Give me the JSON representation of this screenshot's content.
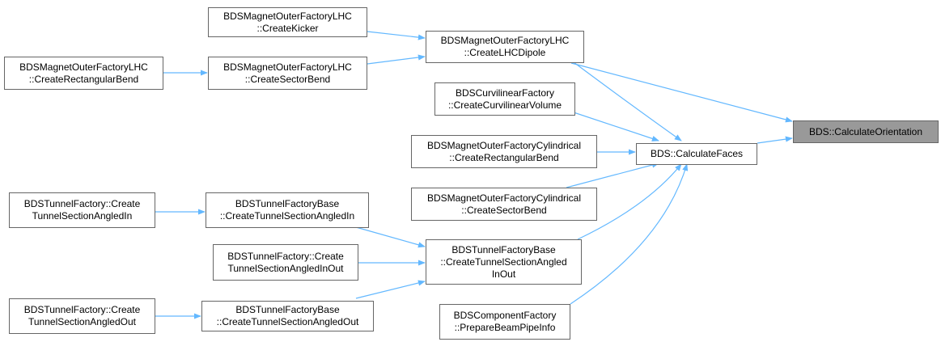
{
  "diagram": {
    "edge_color": "#63b8ff",
    "root": {
      "lines": [
        "BDS::CalculateOrientation"
      ],
      "fill": "#999999"
    },
    "nodes": {
      "createKicker": {
        "lines": [
          "BDSMagnetOuterFactoryLHC",
          "::CreateKicker"
        ]
      },
      "createLHCDipole": {
        "lines": [
          "BDSMagnetOuterFactoryLHC",
          "::CreateLHCDipole"
        ]
      },
      "lhcCreateRectBend": {
        "lines": [
          "BDSMagnetOuterFactoryLHC",
          "::CreateRectangularBend"
        ]
      },
      "lhcCreateSectorBend": {
        "lines": [
          "BDSMagnetOuterFactoryLHC",
          "::CreateSectorBend"
        ]
      },
      "createCurvilinearVolume": {
        "lines": [
          "BDSCurvilinearFactory",
          "::CreateCurvilinearVolume"
        ]
      },
      "calculateFaces": {
        "lines": [
          "BDS::CalculateFaces"
        ]
      },
      "cylCreateRectBend": {
        "lines": [
          "BDSMagnetOuterFactoryCylindrical",
          "::CreateRectangularBend"
        ]
      },
      "cylCreateSectorBend": {
        "lines": [
          "BDSMagnetOuterFactoryCylindrical",
          "::CreateSectorBend"
        ]
      },
      "tfCreateAngledIn": {
        "lines": [
          "BDSTunnelFactory::Create",
          "TunnelSectionAngledIn"
        ]
      },
      "tfbCreateAngledIn": {
        "lines": [
          "BDSTunnelFactoryBase",
          "::CreateTunnelSectionAngledIn"
        ]
      },
      "tfCreateAngledInOut": {
        "lines": [
          "BDSTunnelFactory::Create",
          "TunnelSectionAngledInOut"
        ]
      },
      "tfbCreateAngledInOut": {
        "lines": [
          "BDSTunnelFactoryBase",
          "::CreateTunnelSectionAngled",
          "InOut"
        ]
      },
      "tfCreateAngledOut": {
        "lines": [
          "BDSTunnelFactory::Create",
          "TunnelSectionAngledOut"
        ]
      },
      "tfbCreateAngledOut": {
        "lines": [
          "BDSTunnelFactoryBase",
          "::CreateTunnelSectionAngledOut"
        ]
      },
      "prepareBeamPipeInfo": {
        "lines": [
          "BDSComponentFactory",
          "::PrepareBeamPipeInfo"
        ]
      }
    }
  }
}
